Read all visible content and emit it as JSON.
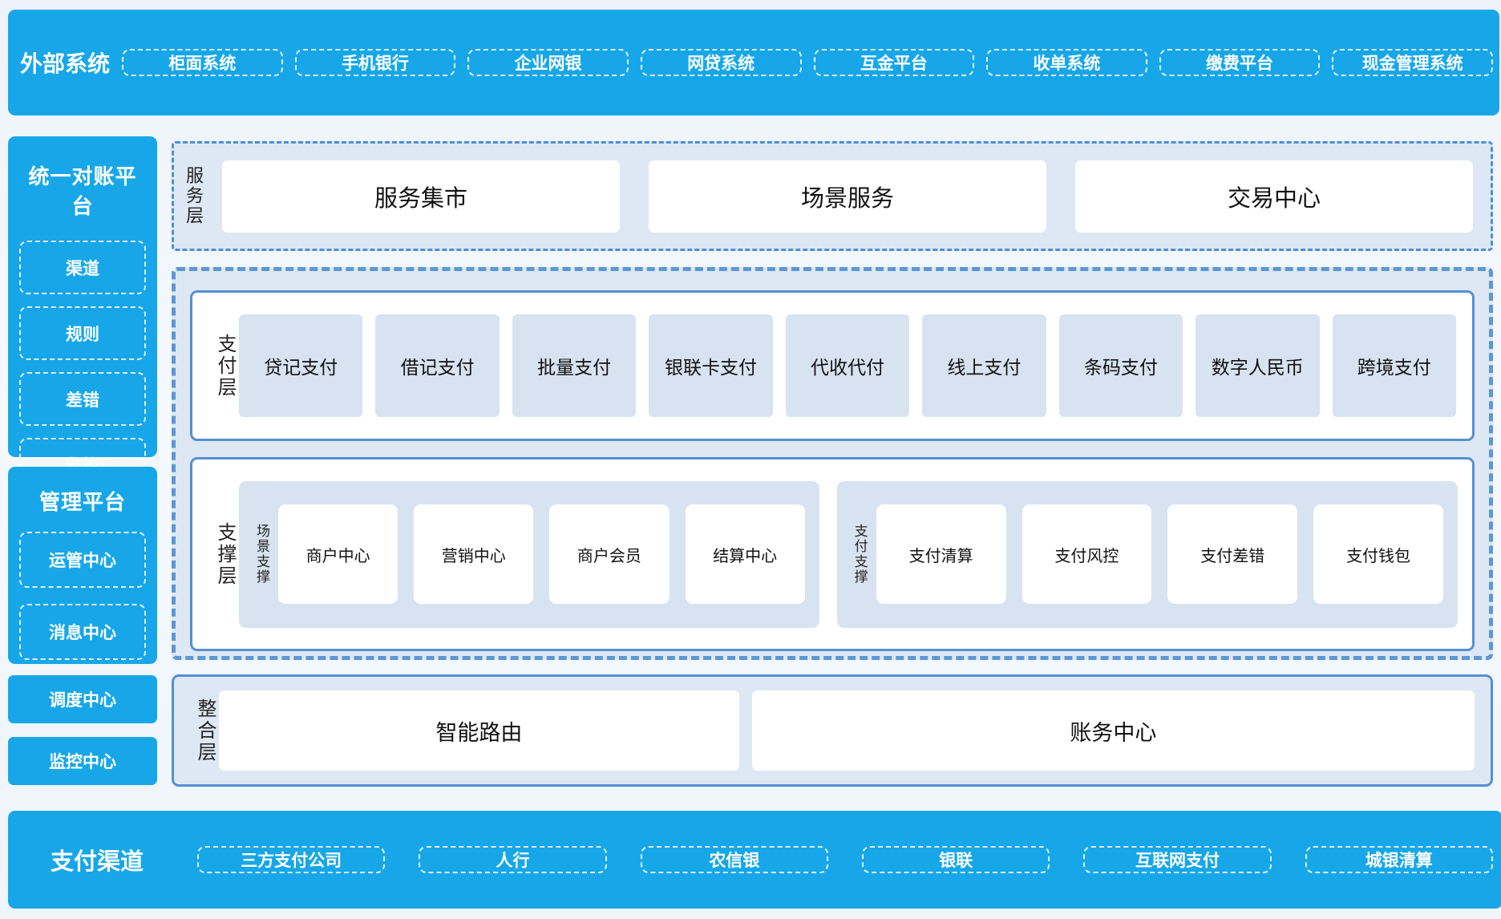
{
  "colors": {
    "accent_blue": "#17a7e8",
    "panel_bg": "#dde8f4",
    "item_bg": "#d8e3f1",
    "border_blue": "#5590d2",
    "white": "#ffffff"
  },
  "top_bar": {
    "title": "外部系统",
    "items": [
      "柜面系统",
      "手机银行",
      "企业网银",
      "网贷系统",
      "互金平台",
      "收单系统",
      "缴费平台",
      "现金管理系统"
    ]
  },
  "sidebar": {
    "reconciliation": {
      "title": "统一对账平台",
      "items": [
        "渠道",
        "规则",
        "差错",
        "监控"
      ]
    },
    "management": {
      "title": "管理平台",
      "items": [
        "运管中心",
        "消息中心"
      ]
    },
    "standalone": [
      "调度中心",
      "监控中心"
    ]
  },
  "service_layer": {
    "label": "服务层",
    "items": [
      "服务集市",
      "场景服务",
      "交易中心"
    ]
  },
  "payment_layer": {
    "label": "支付层",
    "items": [
      "贷记支付",
      "借记支付",
      "批量支付",
      "银联卡支付",
      "代收代付",
      "线上支付",
      "条码支付",
      "数字人民币",
      "跨境支付"
    ]
  },
  "support_layer": {
    "label": "支撑层",
    "groups": [
      {
        "label": "场景支撑",
        "items": [
          "商户中心",
          "营销中心",
          "商户会员",
          "结算中心"
        ]
      },
      {
        "label": "支付支撑",
        "items": [
          "支付清算",
          "支付风控",
          "支付差错",
          "支付钱包"
        ]
      }
    ]
  },
  "integration_layer": {
    "label": "整合层",
    "items": [
      "智能路由",
      "账务中心"
    ]
  },
  "bottom_bar": {
    "title": "支付渠道",
    "items": [
      "三方支付公司",
      "人行",
      "农信银",
      "银联",
      "互联网支付",
      "城银清算"
    ]
  }
}
